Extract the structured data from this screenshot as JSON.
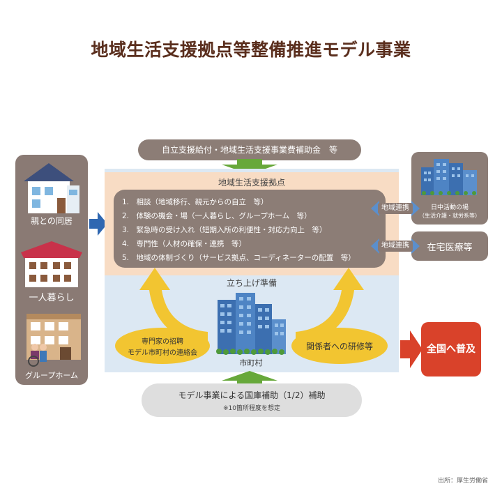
{
  "title": "地域生活支援拠点等整備推進モデル事業",
  "left_panel": {
    "items": [
      {
        "label": "親との同居",
        "icon": "house-icon"
      },
      {
        "label": "一人暮らし",
        "icon": "apartment-icon"
      },
      {
        "label": "グループホーム",
        "icon": "group-home-icon"
      }
    ]
  },
  "top_funding": "自立支援給付・地域生活支援事業費補助金　等",
  "hub": {
    "title": "地域生活支援拠点",
    "items": [
      "1.　相談（地域移行、親元からの自立　等）",
      "2.　体験の機会・場（一人暮らし、グループホーム　等）",
      "3.　緊急時の受け入れ（短期入所の利便性・対応力向上　等）",
      "4.　専門性（人材の確保・連携　等）",
      "5.　地域の体制づくり（サービス拠点、コーディネーターの配置　等）"
    ]
  },
  "prep_label": "立ち上げ準備",
  "left_ellipse": [
    "専門家の招聘",
    "モデル市町村の連絡会"
  ],
  "city_label": "市町村",
  "right_ellipse": "関係者への研修等",
  "bottom_funding": {
    "main": "モデル事業による国庫補助（1/2）補助",
    "note": "※10箇所程度を想定"
  },
  "right_panel": {
    "link_label": "地域連携",
    "day_activity": [
      "日中活動の場",
      "（生活介護・就労系等）"
    ],
    "home_medical": "在宅医療等"
  },
  "national_label": "全国へ普及",
  "source": "出所：厚生労働省",
  "colors": {
    "brown_box": "#8c7d76",
    "peach": "#f8dcc4",
    "light_blue": "#dce8f3",
    "yellow": "#f2c531",
    "green_arrow": "#67a83a",
    "blue_arrow": "#2f67b1",
    "red": "#d9422a",
    "title": "#5a2e1d"
  }
}
